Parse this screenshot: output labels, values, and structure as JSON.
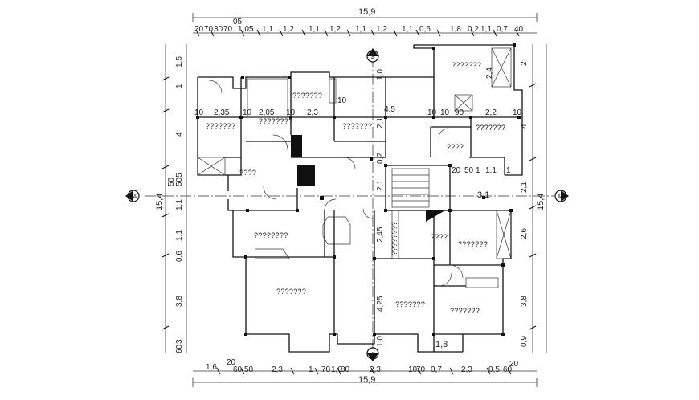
{
  "dimensions": {
    "top_total": "15,9",
    "top_segments": [
      "20",
      "70",
      "30",
      "70",
      "1,05",
      "1,1",
      "1,2",
      "1,1",
      "1,2",
      "1,1",
      "1,2",
      "1,1",
      "0,6",
      "1,8",
      "0,2",
      "1,1",
      "0,7",
      "40"
    ],
    "top_extra": [
      "05"
    ],
    "bottom_total": "15,9",
    "bottom_segments": [
      "1,6",
      "20",
      "60",
      "50",
      "2,3",
      "1",
      "70",
      "1,0",
      "80",
      "2,3",
      "10",
      "70",
      "0,7",
      "2,3",
      "0,5",
      "60",
      "20"
    ],
    "left_segments": [
      "1,5",
      "1",
      "4",
      "50",
      "1,1",
      "505",
      "1,1",
      "0,6",
      "3,8",
      "3",
      "60"
    ],
    "left_total": "15,4",
    "right_segments": [
      "2",
      "4",
      "2,1",
      "2,6",
      "3,8",
      "0,9"
    ],
    "right_total": "15,4",
    "interior": [
      "2,35",
      "2,05",
      "2,3",
      "4,5",
      "2,2",
      "10",
      "10",
      "10",
      "10",
      "10",
      "10",
      "10",
      "90",
      "20",
      "50",
      "1",
      "1,1",
      "1",
      "3,1",
      "2,4",
      "2,1",
      "2,45",
      "4,25",
      "1,8",
      "1,0",
      "2,1",
      "0,2",
      "1,0"
    ]
  },
  "rooms": [
    "???????",
    "???????",
    "???????",
    "????????",
    "???????",
    "???????",
    "???????",
    "????",
    "????",
    "????????",
    "????????",
    "????",
    "???????",
    "???????",
    "???????",
    "???????",
    "???????"
  ],
  "section_markers": [
    "A",
    "A",
    "A",
    "A"
  ],
  "colors": {
    "line": "#111111",
    "thin": "#333333",
    "background": "#ffffff"
  }
}
